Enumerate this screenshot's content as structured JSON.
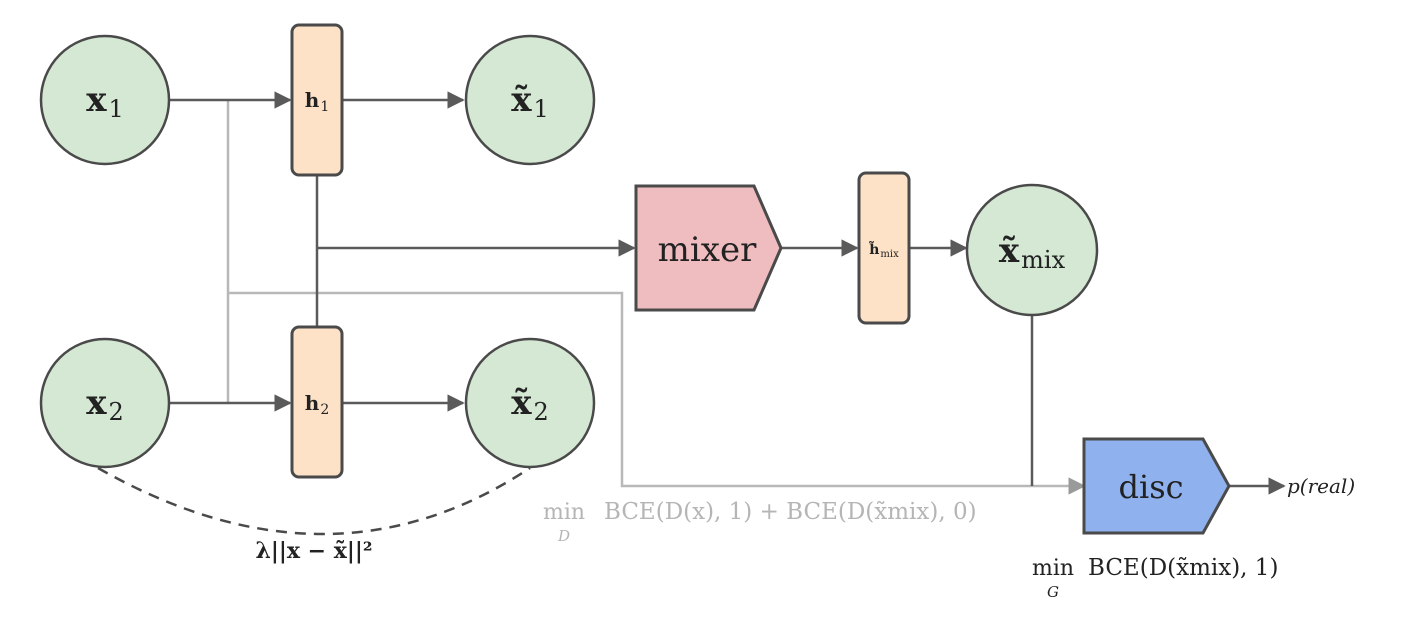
{
  "nodes": {
    "x1": {
      "symbol": "x",
      "subscript": "1"
    },
    "x2": {
      "symbol": "x",
      "subscript": "2"
    },
    "x1_recon": {
      "symbol": "x̃",
      "subscript": "1"
    },
    "x2_recon": {
      "symbol": "x̃",
      "subscript": "2"
    },
    "x_mix": {
      "symbol": "x̃",
      "subscript": "mix"
    },
    "h1": {
      "symbol": "h",
      "subscript": "1"
    },
    "h2": {
      "symbol": "h",
      "subscript": "2"
    },
    "h_mix": {
      "symbol": "h̃",
      "subscript": "mix"
    },
    "mixer": {
      "label": "mixer"
    },
    "disc": {
      "label": "disc"
    }
  },
  "losses": {
    "reconstruction": "λ||x − x̃||²",
    "discriminator": {
      "op": "min",
      "var": "D",
      "expr": "BCE(D(x), 1) + BCE(D(x̃mix), 0)"
    },
    "generator": {
      "op": "min",
      "var": "G",
      "expr": "BCE(D(x̃mix), 1)"
    }
  },
  "output": {
    "label": "p(real)"
  },
  "colors": {
    "input_node": "#d5e8d4",
    "latent": "#fde2c8",
    "mixer": "#efbcbf",
    "disc": "#8fb2ee",
    "edge": "#5a5a5a",
    "edge_light": "#b8b8b8"
  }
}
